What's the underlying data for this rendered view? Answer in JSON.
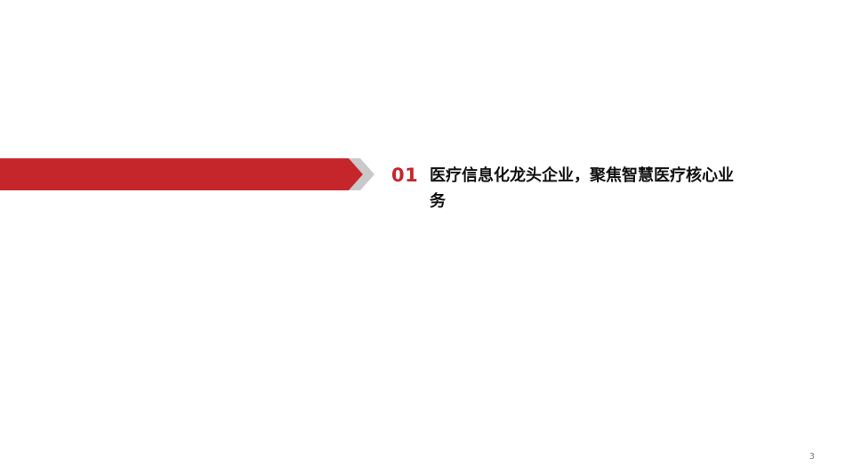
{
  "section": {
    "number": "01",
    "title": "医疗信息化龙头企业，聚焦智慧医疗核心业务"
  },
  "page_number": "3",
  "colors": {
    "accent": "#c5262b",
    "arrow_gray": "#c9c9c9",
    "title_text": "#111111",
    "page_number": "#7f7f7f"
  }
}
